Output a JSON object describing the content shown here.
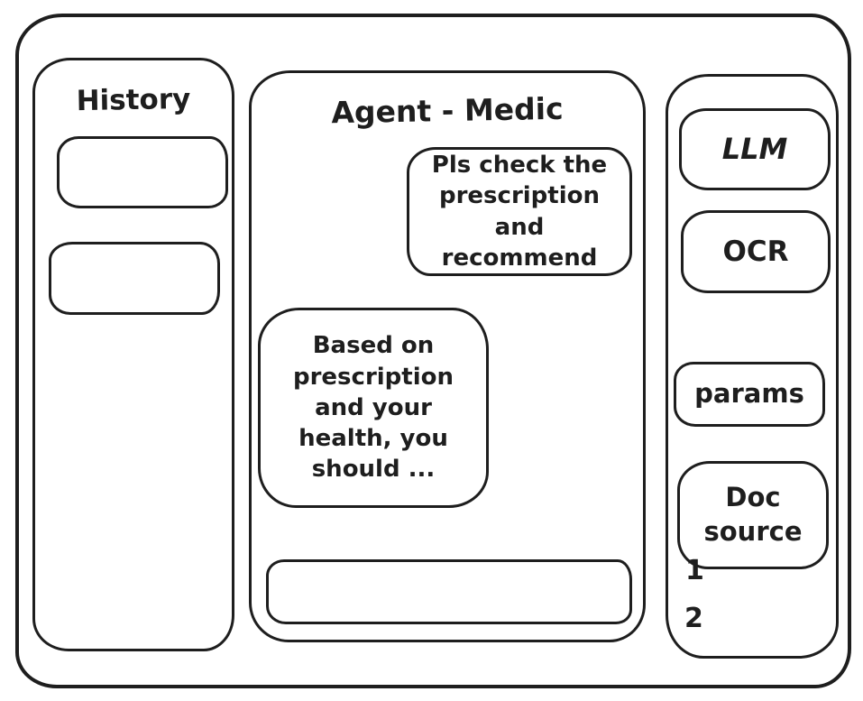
{
  "colors": {
    "ink": "#1e1e1e",
    "paper": "#ffffff"
  },
  "history_panel": {
    "title": "History",
    "items": [
      "",
      ""
    ]
  },
  "chat_panel": {
    "title": "Agent - Medic",
    "messages": [
      {
        "role": "user",
        "text": "Pls check the prescription and recommend"
      },
      {
        "role": "assistant",
        "text": "Based on prescription and your health, you should ..."
      }
    ],
    "input_value": ""
  },
  "tools_panel": {
    "llm_label": "LLM",
    "ocr_label": "OCR",
    "params_label": "params",
    "doc_source_label": "Doc source",
    "doc_source_items": [
      "1",
      "2"
    ]
  }
}
